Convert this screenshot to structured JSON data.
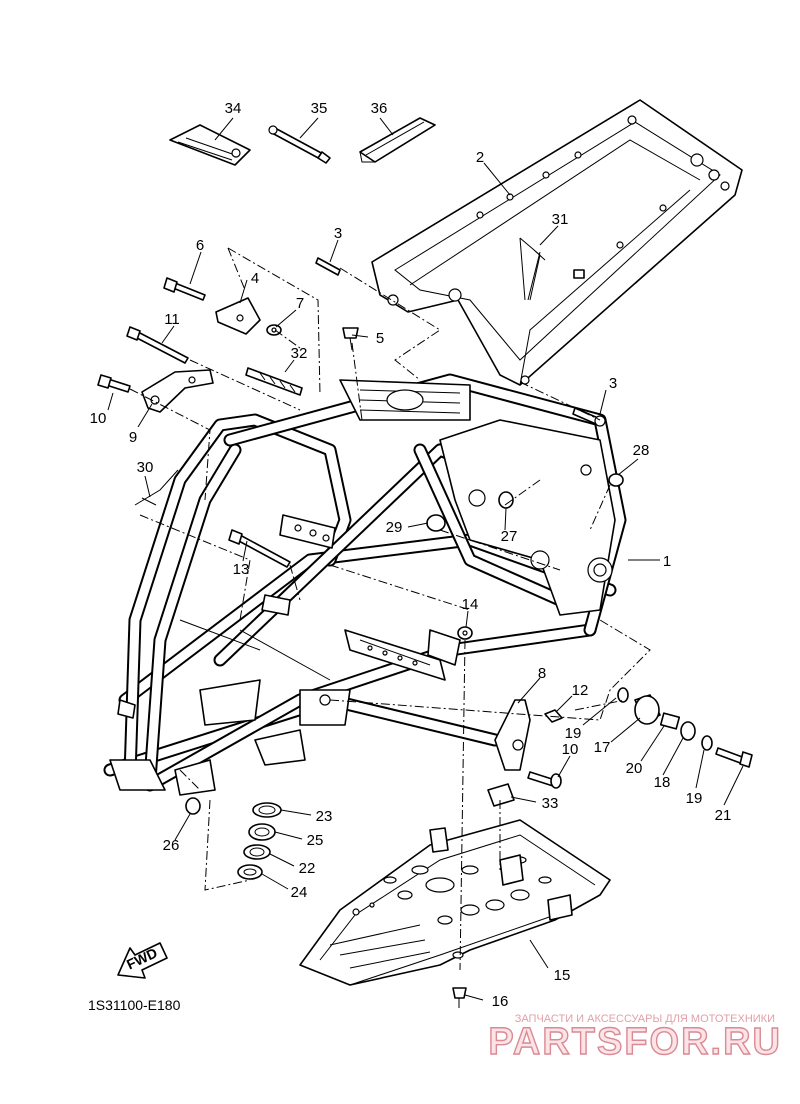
{
  "diagram_code": "1S31100-E180",
  "direction_label": "FWD",
  "part_numbers": [
    "1",
    "2",
    "3",
    "3",
    "4",
    "5",
    "6",
    "7",
    "8",
    "9",
    "10",
    "10",
    "11",
    "12",
    "13",
    "14",
    "15",
    "16",
    "17",
    "18",
    "19",
    "19",
    "20",
    "21",
    "22",
    "23",
    "24",
    "25",
    "26",
    "27",
    "28",
    "29",
    "30",
    "31",
    "32",
    "33",
    "34",
    "35",
    "36"
  ],
  "watermark": {
    "tagline": "ЗАПЧАСТИ И АКСЕССУАРЫ ДЛЯ МОТОТЕХНИКИ",
    "brand": "PARTSFOR.RU"
  }
}
